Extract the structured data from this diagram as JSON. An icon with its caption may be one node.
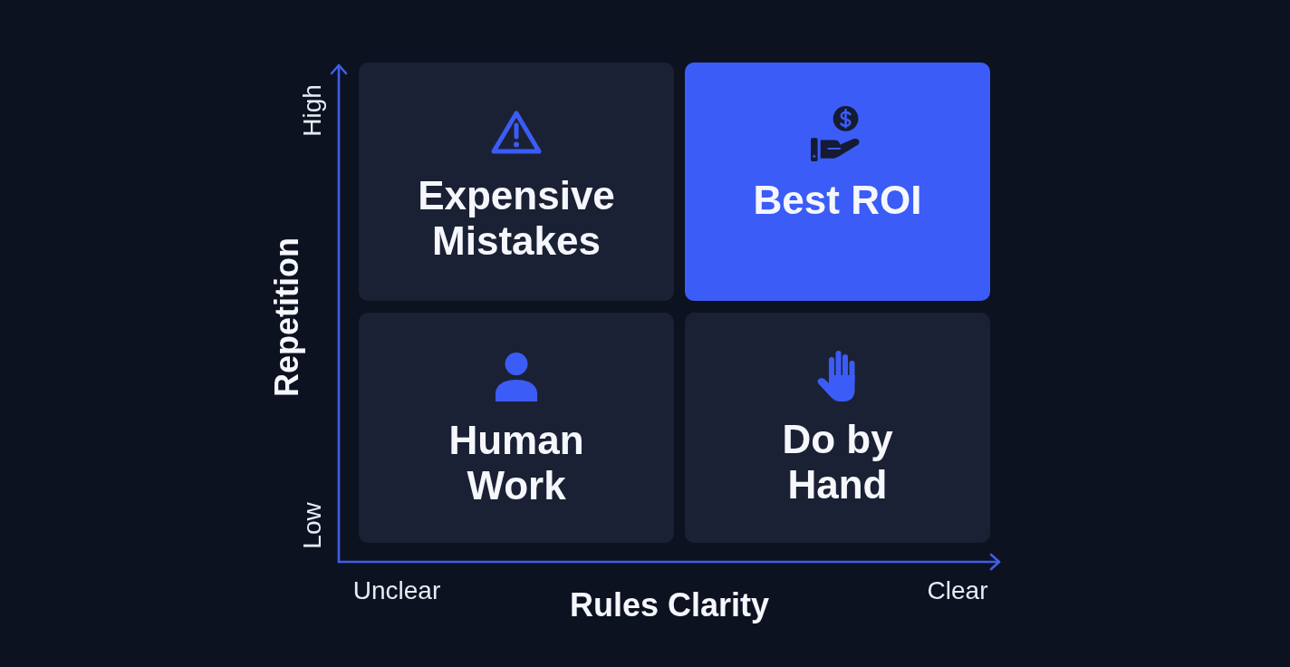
{
  "diagram": {
    "nodes": [
      {
        "text": [
          "Expensive Mistakes"
        ]
      },
      {
        "text": [
          "Best ROI"
        ]
      },
      {
        "text": [
          "Human Work"
        ]
      },
      {
        "text": [
          "Do by Hand"
        ]
      }
    ],
    "labels": [
      "High",
      "Repetition",
      "Low",
      "Unclear",
      "Rules Clarity",
      "Clear"
    ]
  }
}
